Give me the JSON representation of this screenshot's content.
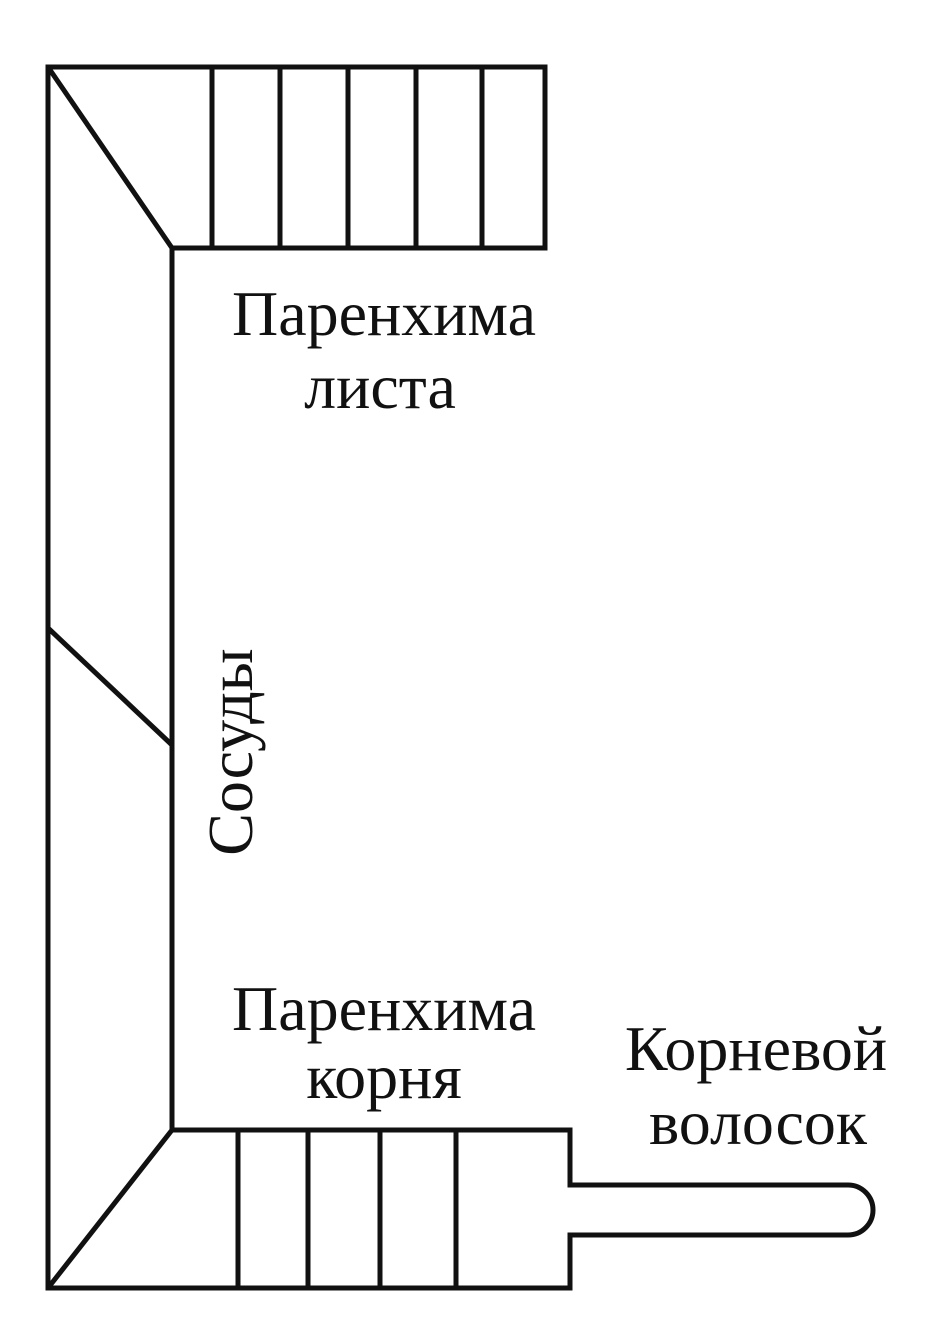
{
  "labels": {
    "leaf_parenchyma_line1": "Паренхима",
    "leaf_parenchyma_line2": "листа",
    "vessels": "Сосуды",
    "root_parenchyma_line1": "Паренхима",
    "root_parenchyma_line2": "корня",
    "root_hair_line1": "Корневой",
    "root_hair_line2": "волосок"
  },
  "colors": {
    "stroke": "#111111",
    "background": "#ffffff"
  }
}
